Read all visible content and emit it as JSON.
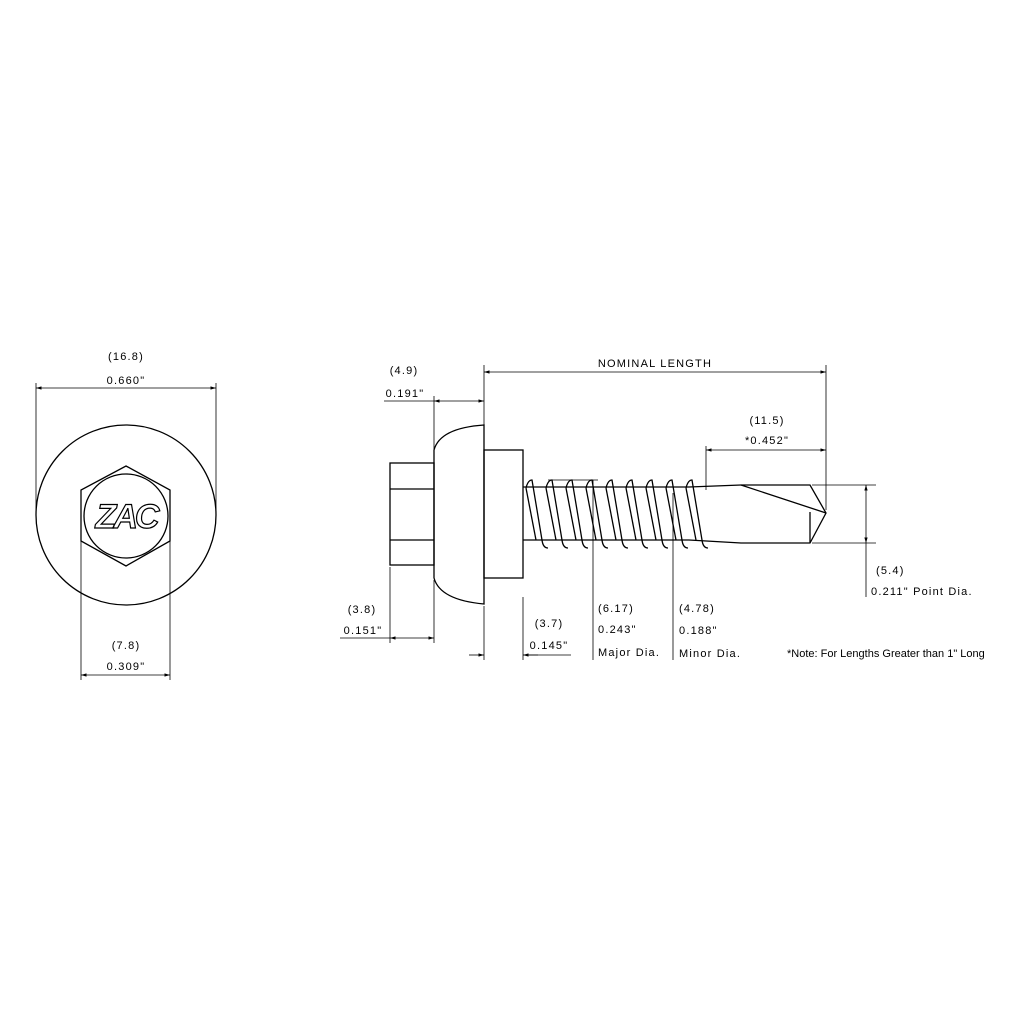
{
  "end_view": {
    "logo_text": "ZAC",
    "head_diameter": {
      "mm": "(16.8)",
      "inch": "0.660\""
    },
    "hex_width": {
      "mm": "(7.8)",
      "inch": "0.309\""
    }
  },
  "side_view": {
    "nominal_length": "NOMINAL LENGTH",
    "washer_thickness": {
      "mm": "(4.9)",
      "inch": "0.191\""
    },
    "drill_point_length": {
      "mm": "(11.5)",
      "inch": "*0.452\""
    },
    "point_diameter": {
      "mm": "(5.4)",
      "inch": "0.211\" Point Dia."
    },
    "hex_height": {
      "mm": "(3.8)",
      "inch": "0.151\""
    },
    "flange_thickness": {
      "mm": "(3.7)",
      "inch": "0.145\""
    },
    "major_diameter": {
      "mm": "(6.17)",
      "inch": "0.243\"",
      "label": "Major Dia."
    },
    "minor_diameter": {
      "mm": "(4.78)",
      "inch": "0.188\"",
      "label": "Minor Dia."
    },
    "note": "*Note: For Lengths Greater than 1\" Long"
  }
}
